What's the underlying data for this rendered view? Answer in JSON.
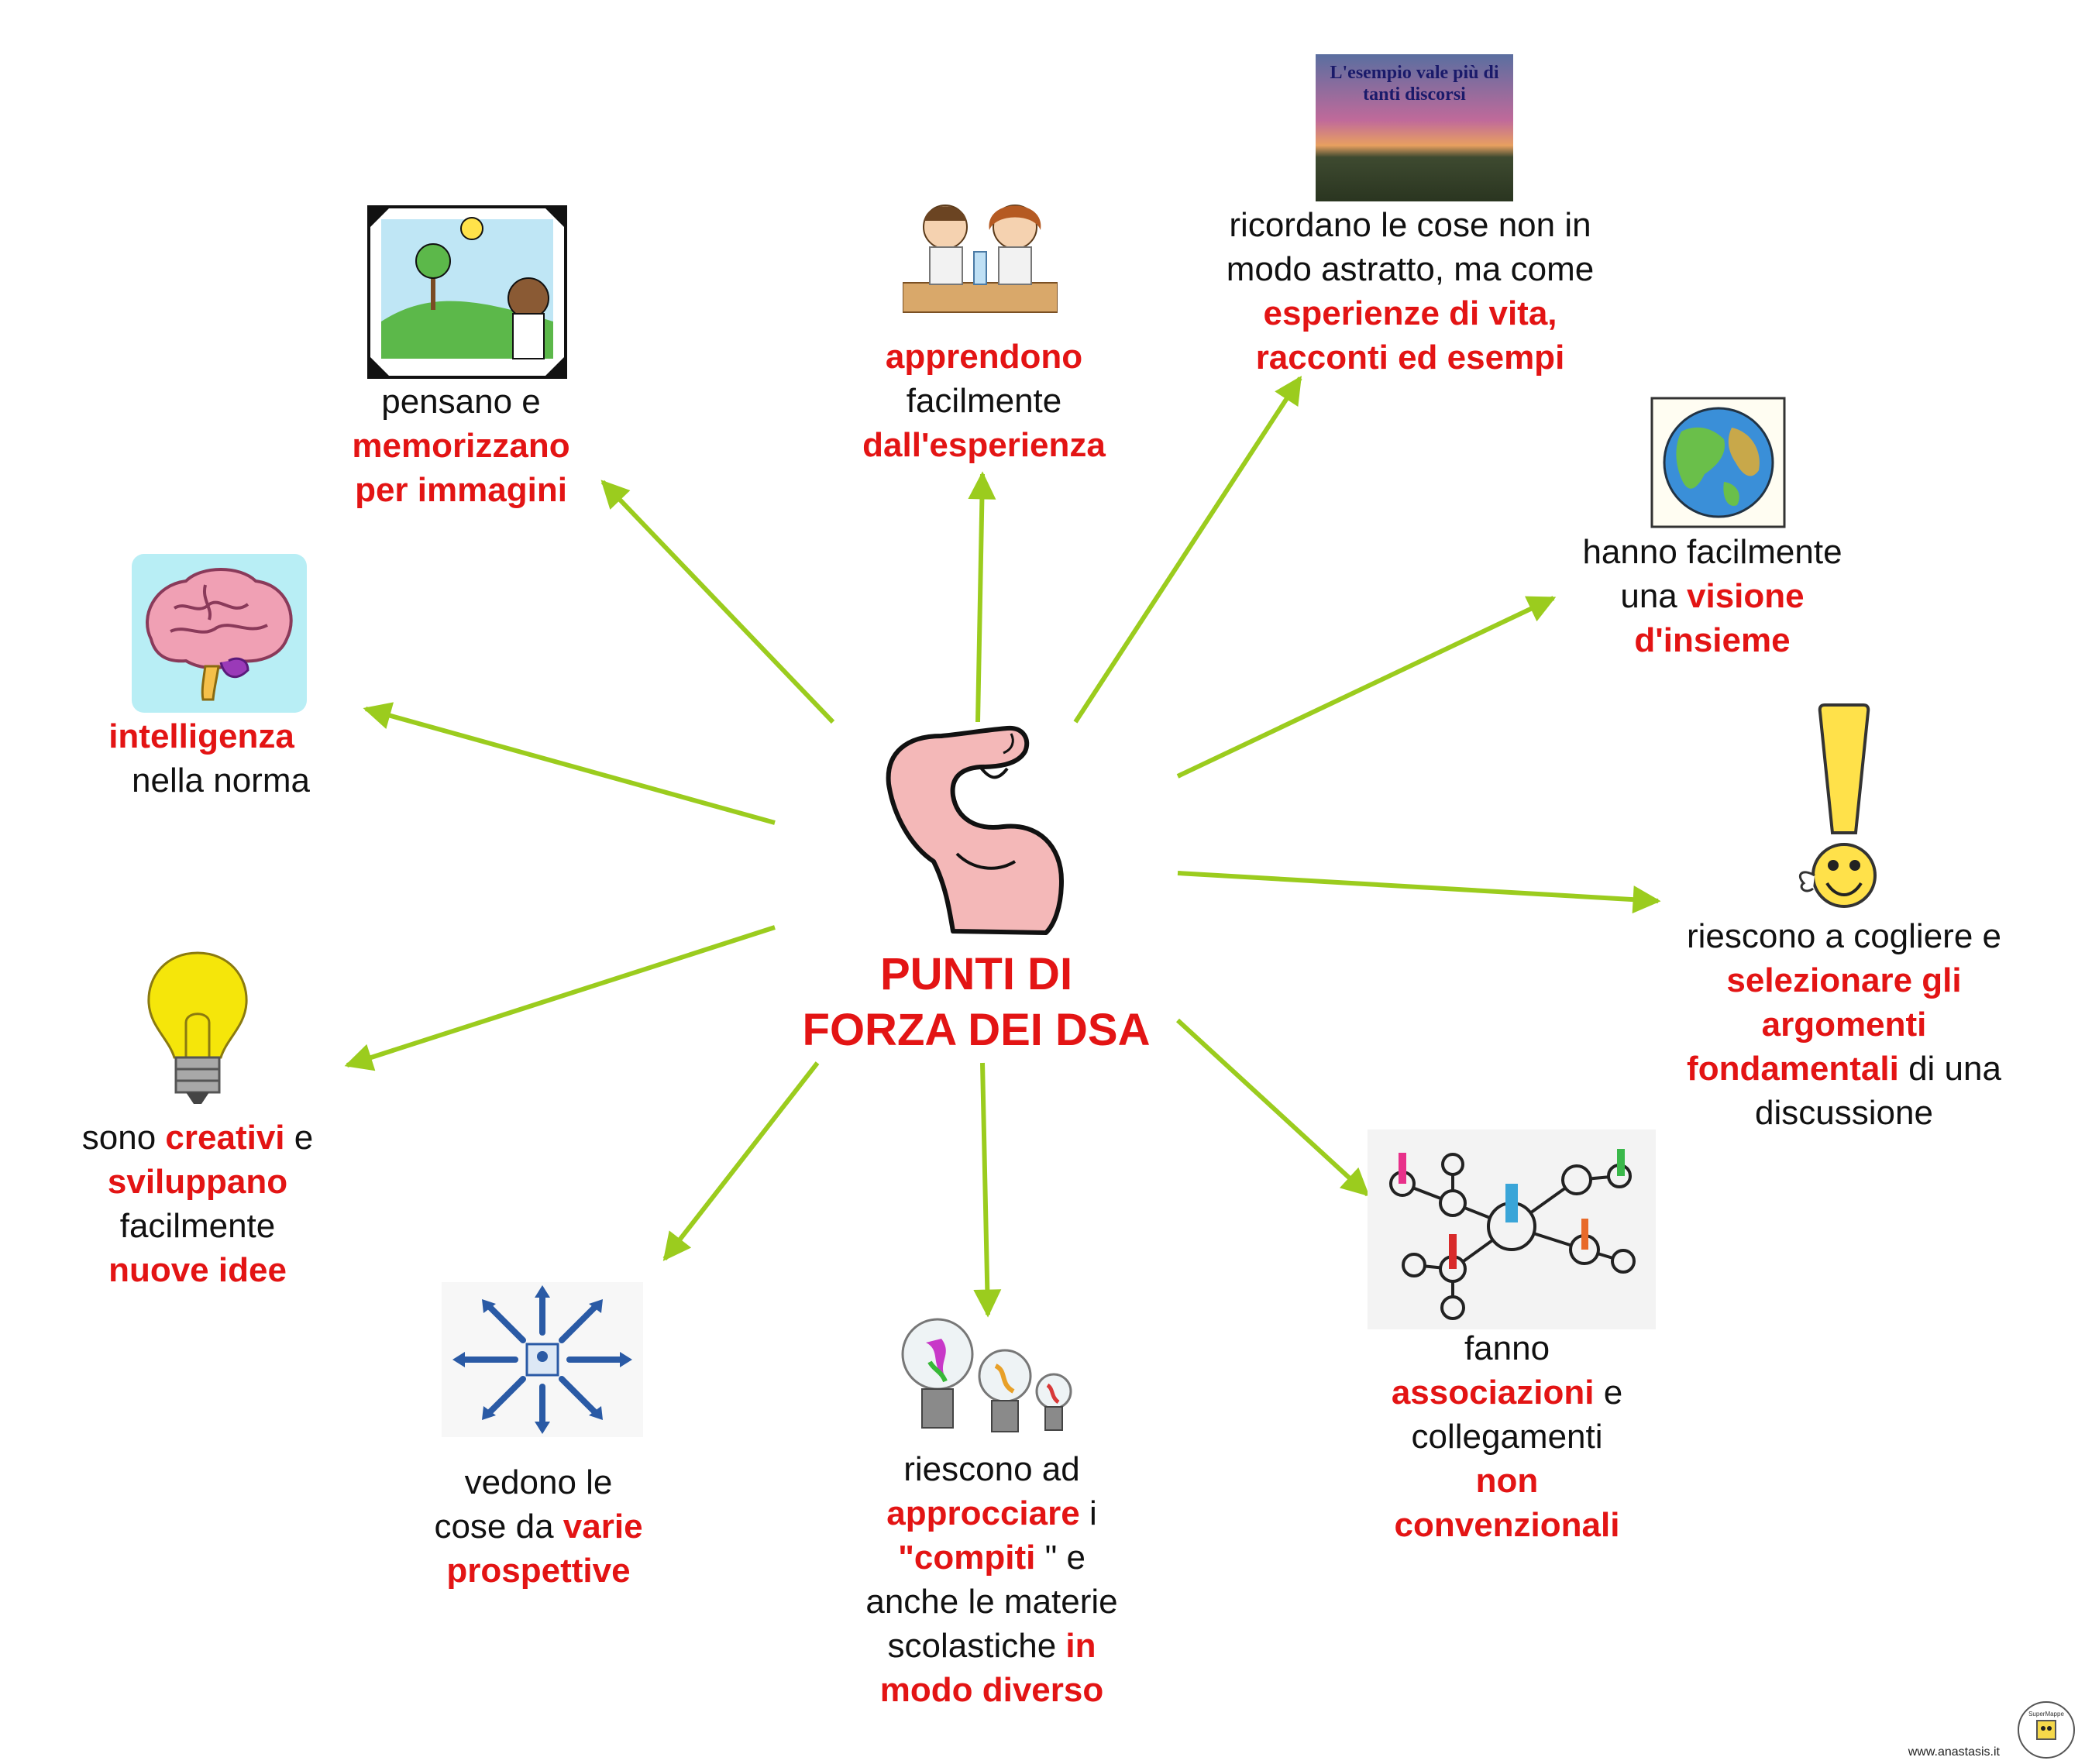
{
  "colors": {
    "accent": "#e31414",
    "arrow": "#9bcc1e",
    "text": "#111111"
  },
  "center": {
    "title_line1": "PUNTI DI",
    "title_line2": "FORZA DEI DSA",
    "icon": "flexed-arm-icon"
  },
  "nodes": {
    "immagini": {
      "icon": "picture-frame-icon",
      "t1": "pensano e",
      "t2": "memorizzano",
      "t3": "per  immagini"
    },
    "esperienza": {
      "icon": "kids-lab-icon",
      "t1": "apprendono",
      "t2": "facilmente",
      "t3": "dall'esperienza"
    },
    "esempi": {
      "icon": "sunset-poster-icon",
      "poster_text": "L'esempio vale più di tanti discorsi",
      "t1": "ricordano le cose non in",
      "t2": "modo astratto, ma come",
      "t3": "esperienze  di vita,",
      "t4": "racconti ed esempi"
    },
    "insieme": {
      "icon": "globe-icon",
      "t1": "hanno  facilmente",
      "t2": "una",
      "t3": "visione",
      "t4": "d'insieme"
    },
    "argomenti": {
      "icon": "exclamation-mark-icon",
      "t1": "riescono a cogliere e",
      "t2": "selezionare  gli",
      "t3": "argomenti",
      "t4": "fondamentali",
      "t5": " di una",
      "t6": "discussione"
    },
    "associazioni": {
      "icon": "network-people-icon",
      "t1": "fanno",
      "t2": "associazioni",
      "t3": "  e",
      "t4": "collegamenti",
      "t5": "non",
      "t6": "convenzionali"
    },
    "compiti": {
      "icon": "colorful-bulbs-icon",
      "t1": "riescono ad",
      "t2": "approcciare",
      "t3": " i",
      "t4": "\"compiti",
      "t5": " \" e",
      "t6": "anche le materie",
      "t7": "scolastiche ",
      "t8": "in",
      "t9": "modo  diverso"
    },
    "prospettive": {
      "icon": "radiating-arrows-icon",
      "t1": "vedono le",
      "t2": "cose da ",
      "t3": "varie",
      "t4": "prospettive"
    },
    "creativi": {
      "icon": "light-bulb-icon",
      "t1": "sono ",
      "t2": "creativi",
      "t3": "  e",
      "t4": "sviluppano",
      "t5": "facilmente",
      "t6": "nuove  idee"
    },
    "intelligenza": {
      "icon": "brain-icon",
      "t1": "intelligenza",
      "t2": "nella  norma"
    }
  },
  "footer": {
    "url": "www.anastasis.it",
    "logo_text": "Fatto con SuperMappe"
  }
}
